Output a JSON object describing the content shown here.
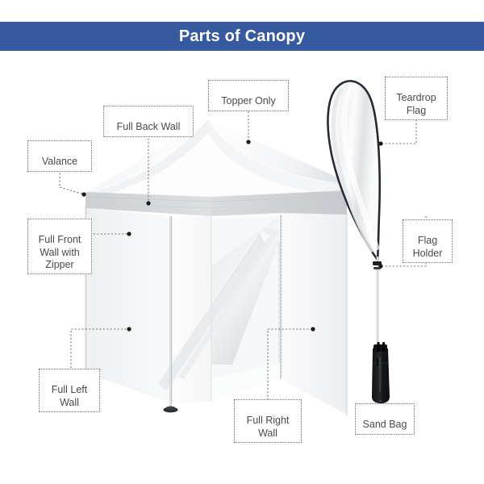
{
  "header": {
    "title": "Parts of Canopy",
    "bar_color": "#36599f",
    "text_color": "#ffffff"
  },
  "diagram": {
    "subject": "pop-up canopy tent with full walls, teardrop flag and sand bag",
    "label_border_color": "#6f6f6f",
    "label_text_color": "#4a4a4a",
    "canopy_color": "#ffffff",
    "canopy_shade_color": "#d8dadc",
    "flag_outline_color": "#262b33",
    "sandbag_color": "#17181c"
  },
  "callouts": [
    {
      "id": "valance",
      "label": "Valance"
    },
    {
      "id": "full-back-wall",
      "label": "Full Back Wall"
    },
    {
      "id": "topper-only",
      "label": "Topper Only"
    },
    {
      "id": "teardrop-flag",
      "label": "Teardrop\nFlag"
    },
    {
      "id": "flag-holder",
      "label": "Flag\nHolder"
    },
    {
      "id": "full-front-wall",
      "label": "Full Front\nWall with\nZipper"
    },
    {
      "id": "full-left-wall",
      "label": "Full Left\nWall"
    },
    {
      "id": "full-right-wall",
      "label": "Full Right\nWall"
    },
    {
      "id": "sand-bag",
      "label": "Sand Bag"
    }
  ]
}
